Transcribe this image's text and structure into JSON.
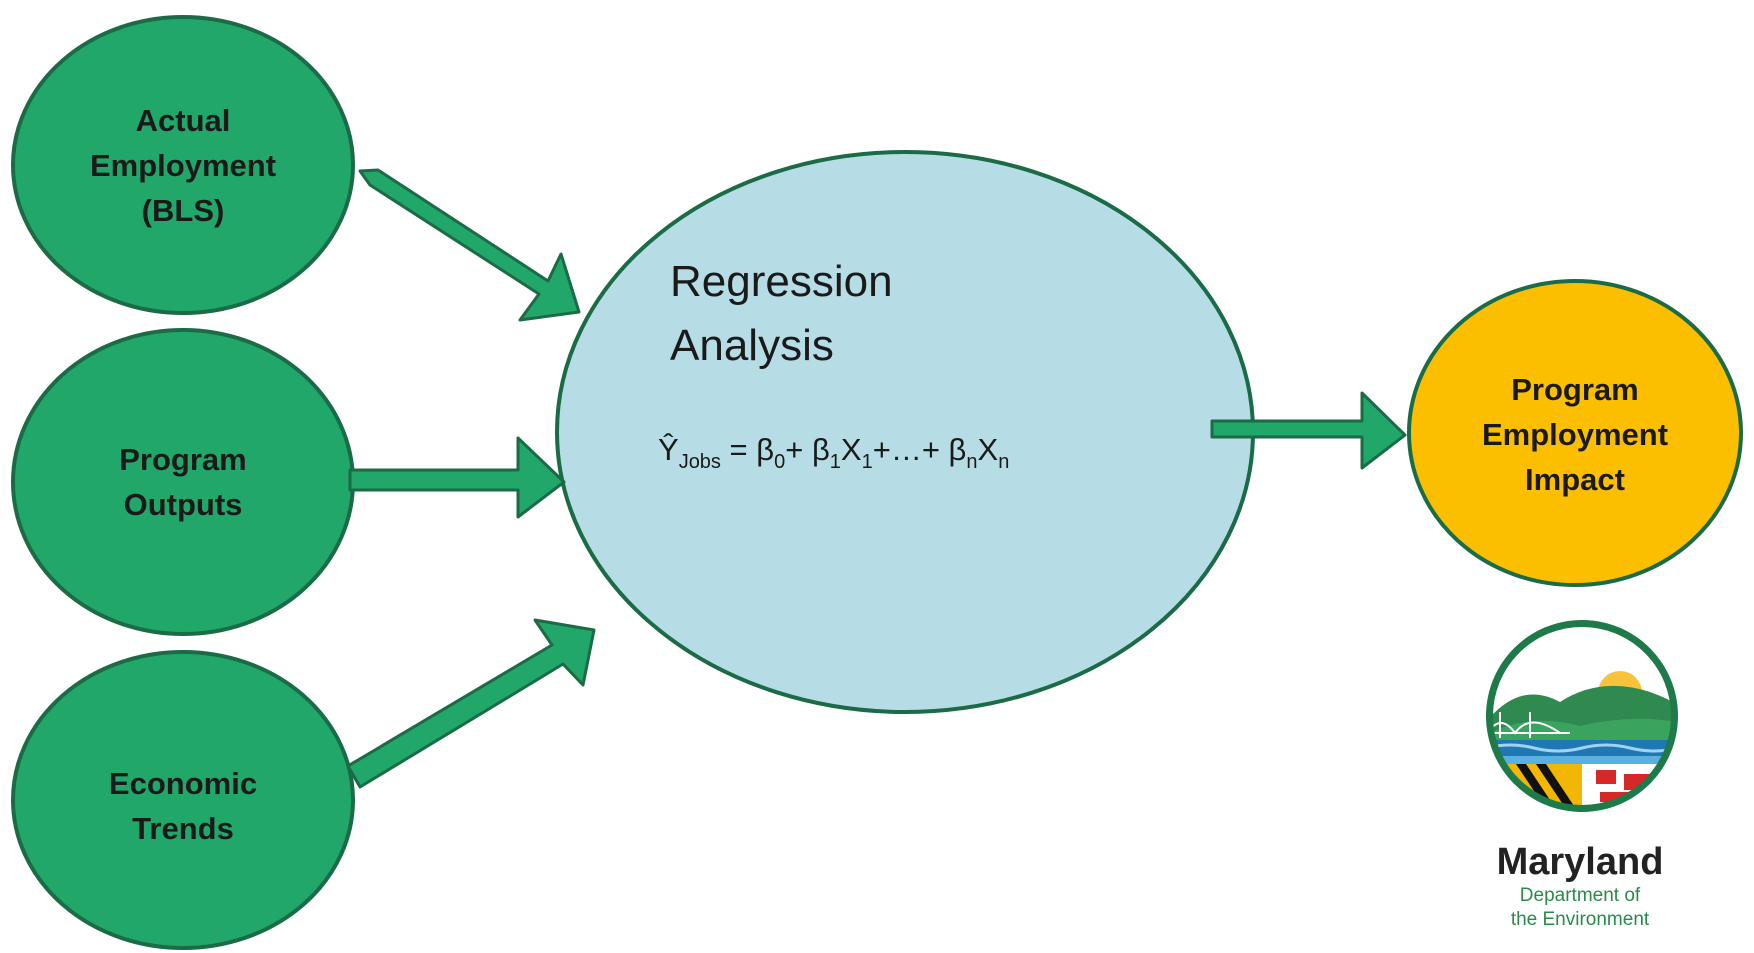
{
  "colors": {
    "input_node_fill": "#21a76a",
    "input_node_stroke": "#1b6b46",
    "center_node_fill": "#b6dde6",
    "output_node_fill": "#fbbf00",
    "arrow_fill": "#21a76a",
    "arrow_stroke": "#1b6b46"
  },
  "inputs": {
    "actual_employment": {
      "lines": [
        "Actual",
        "Employment",
        "(BLS)"
      ]
    },
    "program_outputs": {
      "lines": [
        "Program",
        "Outputs"
      ]
    },
    "economic_trends": {
      "lines": [
        "Economic",
        "Trends"
      ]
    }
  },
  "regression": {
    "title_line1": "Regression",
    "title_line2": "Analysis",
    "formula": {
      "y_hat": "Ŷ",
      "y_sub": "Jobs",
      "equals": " = β",
      "b0_sub": "0",
      "plus1": "+ β",
      "b1_sub": "1",
      "x1": "X",
      "x1_sub": "1",
      "ellipsis": "+…+ β",
      "bn_sub": "n",
      "xn": "X",
      "xn_sub": "n"
    }
  },
  "output": {
    "lines": [
      "Program",
      "Employment",
      "Impact"
    ]
  },
  "logo": {
    "icon": "maryland-state-seal-icon",
    "name": "Maryland",
    "sub_line1": "Department of",
    "sub_line2": "the Environment"
  }
}
